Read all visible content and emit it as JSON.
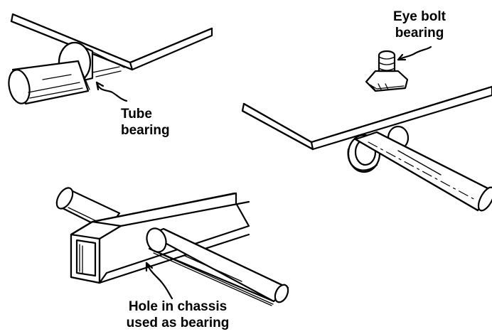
{
  "labels": {
    "tube_bearing": [
      "Tube",
      "bearing"
    ],
    "eye_bolt_bearing": [
      "Eye bolt",
      "bearing"
    ],
    "hole_bearing": [
      "Hole in chassis",
      "used as bearing"
    ]
  },
  "colors": {
    "ink": "#000000",
    "background": "#ffffff"
  }
}
